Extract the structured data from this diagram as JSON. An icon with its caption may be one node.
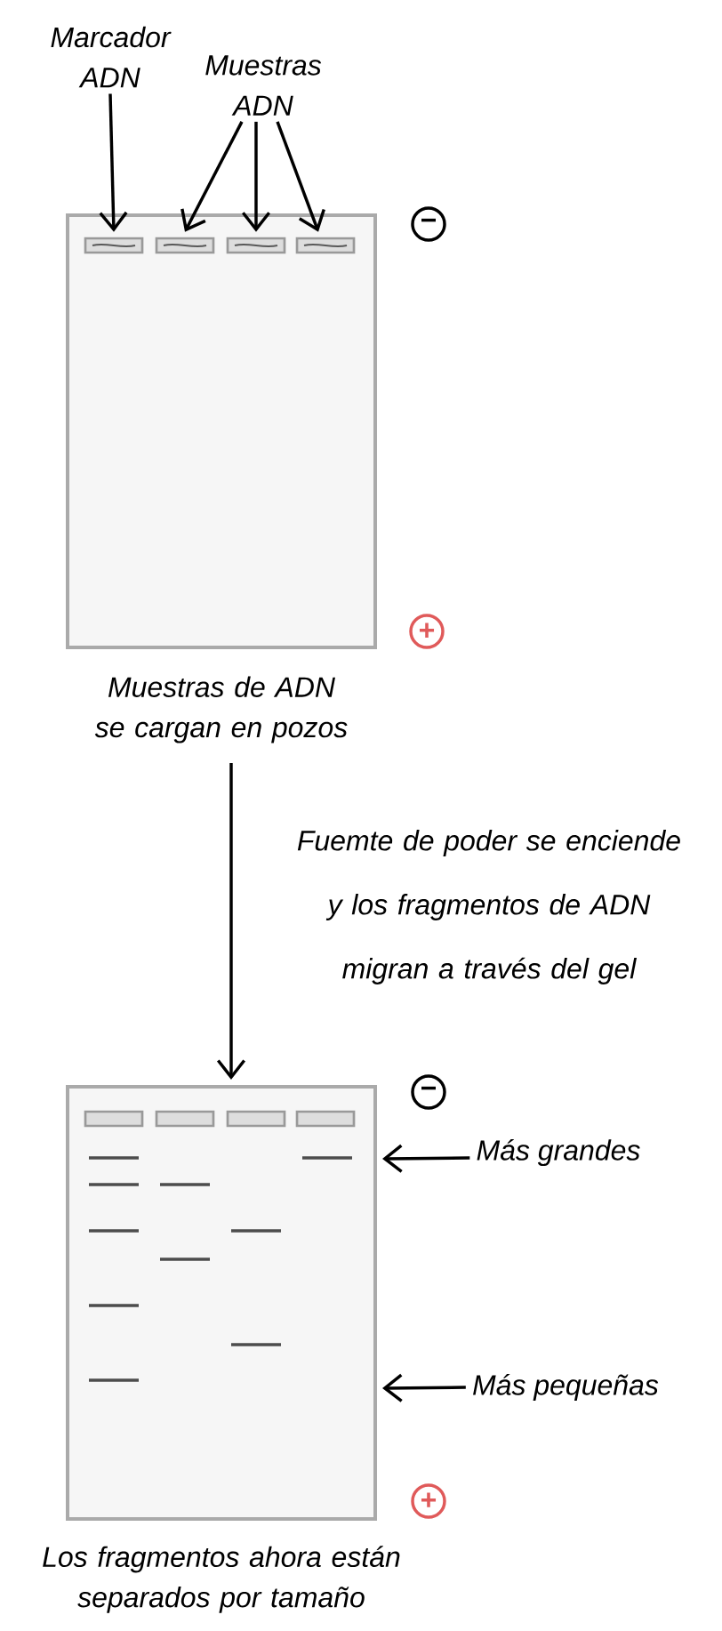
{
  "diagram": {
    "nodes": [
      {
        "text": [
          "Marcador ADN"
        ]
      },
      {
        "text": [
          "Muestras ADN"
        ]
      },
      {
        "text": [
          "Muestras de ADN se cargan en pozos"
        ]
      },
      {
        "text": [],
        "shape": "box",
        "in": 2
      },
      {
        "text": [],
        "shape": "box",
        "in": 2
      },
      {
        "text": [],
        "shape": "box",
        "in": 2
      },
      {
        "text": [],
        "shape": "box",
        "in": 2
      },
      {
        "text": [
          "−"
        ]
      },
      {
        "text": [
          "+"
        ]
      },
      {
        "text": [
          "Los fragmentos ahora están separados por tamaño"
        ]
      },
      {
        "text": [],
        "shape": "box",
        "in": 9
      },
      {
        "text": [],
        "shape": "box",
        "in": 9
      },
      {
        "text": [],
        "shape": "box",
        "in": 9
      },
      {
        "text": [],
        "shape": "box",
        "in": 9
      },
      {
        "text": [
          "−"
        ]
      },
      {
        "text": [
          "+"
        ]
      },
      {
        "text": [
          "Más grandes"
        ]
      },
      {
        "text": [
          "Más pequeñas"
        ]
      }
    ],
    "edges": [
      {
        "from": 0,
        "to": 3,
        "arrow": "to"
      },
      {
        "from": 1,
        "to": 4,
        "arrow": "to"
      },
      {
        "from": 1,
        "to": 5,
        "arrow": "to"
      },
      {
        "from": 1,
        "to": 6,
        "arrow": "to"
      },
      {
        "from": 2,
        "to": 9,
        "arrow": "to",
        "label": "Fuemte de poder se enciende y los fragmentos de ADN migran a través del gel"
      },
      {
        "from": 16,
        "to": 9,
        "arrow": "to"
      },
      {
        "from": 17,
        "to": 9,
        "arrow": "to"
      }
    ]
  }
}
